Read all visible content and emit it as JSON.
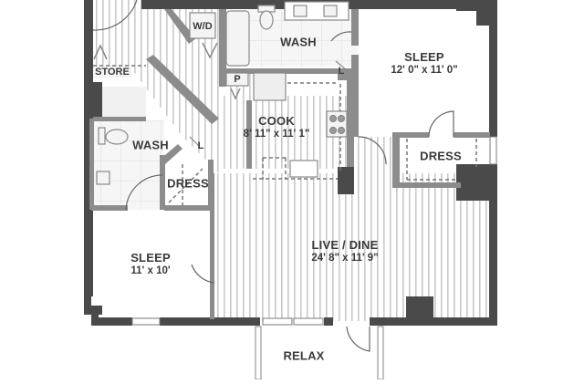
{
  "floorplan": {
    "colors": {
      "exterior_wall": "#4a4a4a",
      "interior_wall": "#8c8c8c",
      "floor_stripe": "#c9c9c9",
      "label": "#3a3a3a",
      "background": "#ffffff"
    },
    "rooms": [
      {
        "id": "store",
        "name": "STORE",
        "dimensions": ""
      },
      {
        "id": "wd",
        "name": "W/D",
        "dimensions": ""
      },
      {
        "id": "wash_main",
        "name": "WASH",
        "dimensions": ""
      },
      {
        "id": "sleep_main",
        "name": "SLEEP",
        "dimensions": "12' 0\" x 11' 0\""
      },
      {
        "id": "cook",
        "name": "COOK",
        "dimensions": "8' 11\" x 11' 1\""
      },
      {
        "id": "wash_second",
        "name": "WASH",
        "dimensions": ""
      },
      {
        "id": "dress_second",
        "name": "DRESS",
        "dimensions": ""
      },
      {
        "id": "dress_main",
        "name": "DRESS",
        "dimensions": ""
      },
      {
        "id": "sleep_second",
        "name": "SLEEP",
        "dimensions": "11' x 10'"
      },
      {
        "id": "live_dine",
        "name": "LIVE / DINE",
        "dimensions": "24' 8\" x 11' 9\""
      },
      {
        "id": "relax",
        "name": "RELAX",
        "dimensions": ""
      }
    ],
    "tags": {
      "pantry": "P",
      "linen_main": "L",
      "linen_second": "L"
    }
  }
}
